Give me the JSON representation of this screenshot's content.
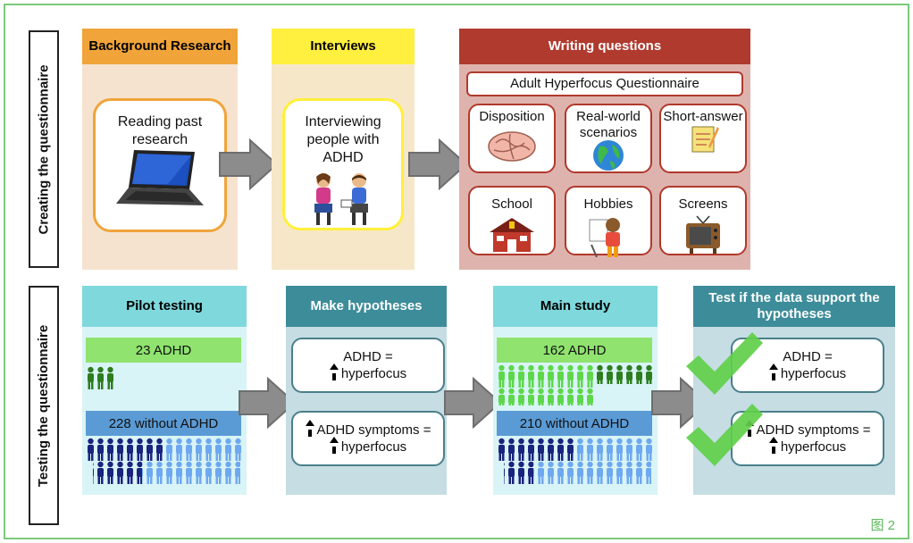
{
  "rows": {
    "top_label": "Creating the questionnaire",
    "bottom_label": "Testing  the questionnaire"
  },
  "creating": {
    "background": {
      "title": "Background Research",
      "box": "Reading past research"
    },
    "interviews": {
      "title": "Interviews",
      "box": "Interviewing people with ADHD"
    },
    "writing": {
      "title": "Writing questions",
      "questionnaire": "Adult Hyperfocus Questionnaire",
      "cards": [
        "Disposition",
        "Real-world scenarios",
        "Short-answer",
        "School",
        "Hobbies",
        "Screens"
      ]
    }
  },
  "testing": {
    "pilot": {
      "title": "Pilot testing",
      "adhd": "23 ADHD",
      "without": "228 without ADHD"
    },
    "hypotheses": {
      "title": "Make hypotheses",
      "h1_line1": "ADHD =",
      "h1_line2": "hyperfocus",
      "h2_line1": "ADHD symptoms =",
      "h2_line2": "hyperfocus"
    },
    "main": {
      "title": "Main study",
      "adhd": "162 ADHD",
      "without": "210 without ADHD"
    },
    "test": {
      "title": "Test if the data support the hypotheses",
      "h1_line1": "ADHD =",
      "h1_line2": "hyperfocus",
      "h2_line1": "ADHD symptoms =",
      "h2_line2": "hyperfocus"
    }
  },
  "figure_label": "图 2",
  "colors": {
    "orange": "#f0a43a",
    "yellow": "#ffef3f",
    "red": "#b03a2e",
    "teal": "#3d8c99",
    "cyan": "#7fd8dc",
    "green": "#8fe36e",
    "blue": "#5b9bd5"
  }
}
